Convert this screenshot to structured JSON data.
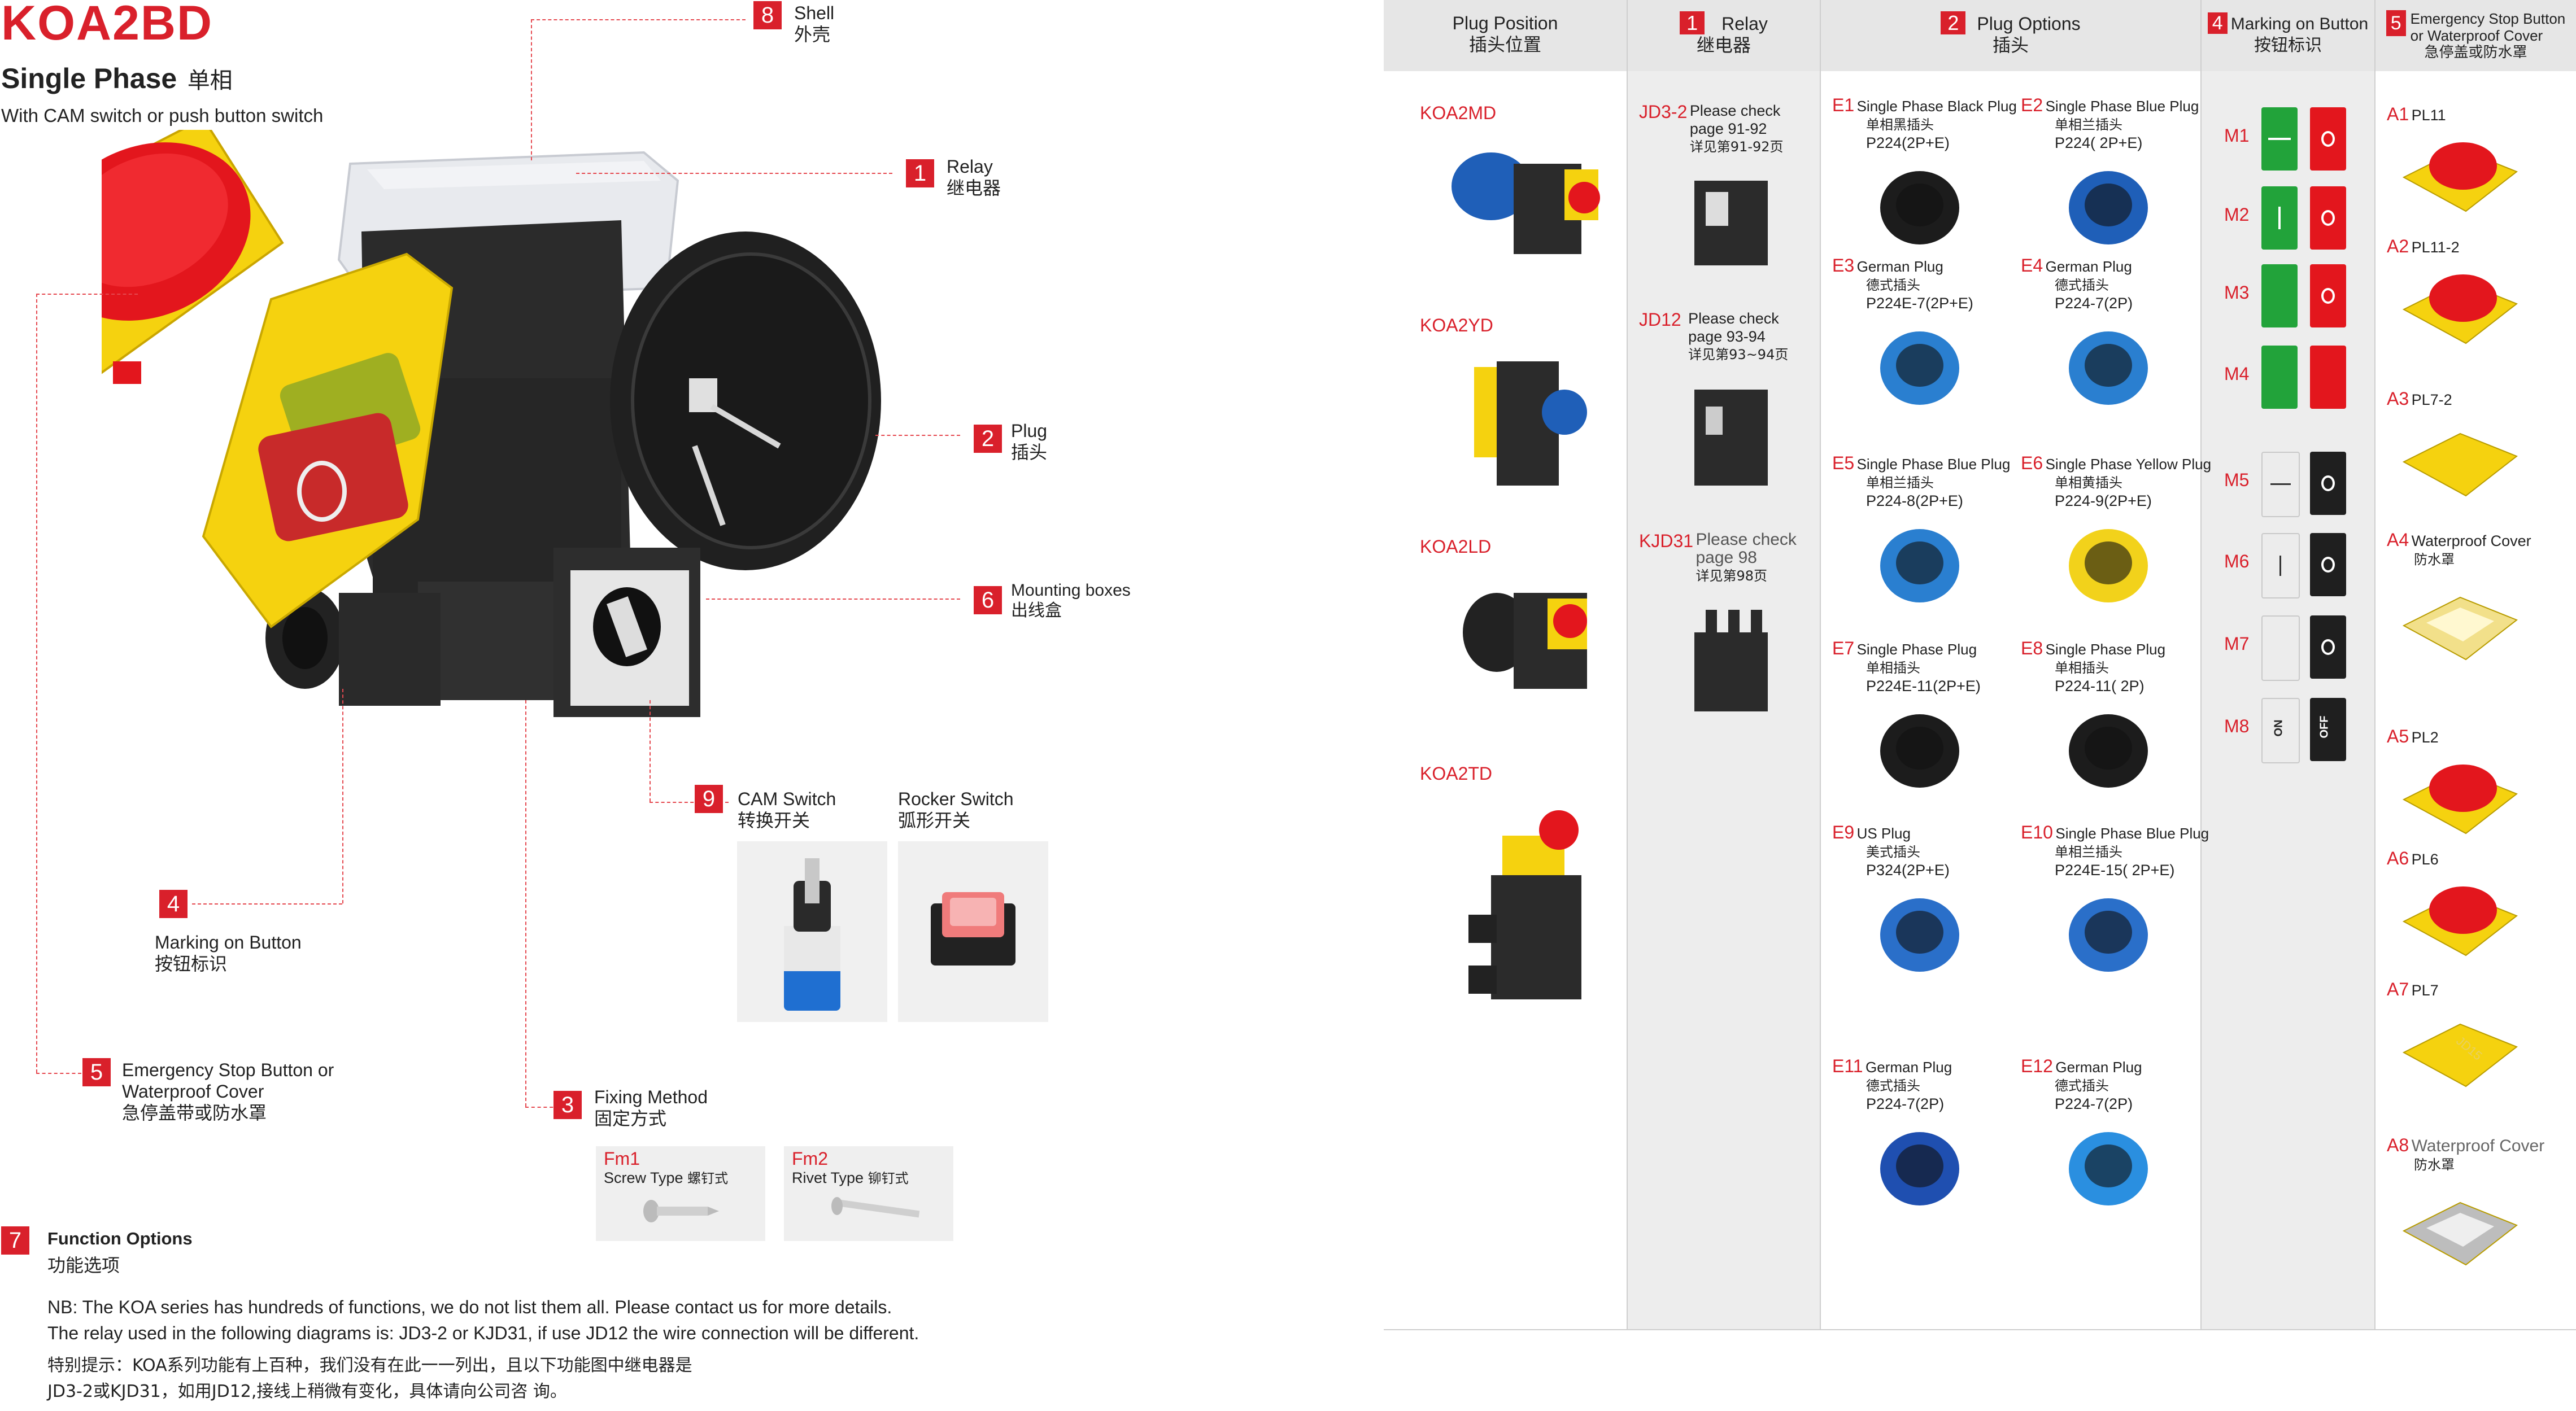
{
  "header": {
    "model": "KOA2BD",
    "phase_en": "Single Phase",
    "phase_cn": "单相",
    "subtitle": "With CAM switch or push button switch"
  },
  "callouts": {
    "shell": {
      "num": "8",
      "en": "Shell",
      "cn": "外壳"
    },
    "relay": {
      "num": "1",
      "en": "Relay",
      "cn": "继电器"
    },
    "plug": {
      "num": "2",
      "en": "Plug",
      "cn": "插头"
    },
    "mounting": {
      "num": "6",
      "en": "Mounting boxes",
      "cn": "出线盒"
    },
    "switch": {
      "num": "9",
      "en": "CAM Switch",
      "cn": "转换开关",
      "en2": "Rocker Switch",
      "cn2": "弧形开关"
    },
    "marking": {
      "num": "4",
      "en": "Marking on Button",
      "cn": "按钮标识"
    },
    "emergency": {
      "num": "5",
      "en1": "Emergency Stop Button or",
      "en2": "Waterproof Cover",
      "cn": "急停盖带或防水罩"
    },
    "fixing": {
      "num": "3",
      "en": "Fixing Method",
      "cn": "固定方式"
    }
  },
  "fixing": {
    "fm1": {
      "code": "Fm1",
      "en": "Screw Type",
      "cn": "螺钉式"
    },
    "fm2": {
      "code": "Fm2",
      "en": "Rivet Type",
      "cn": "铆钉式"
    }
  },
  "function_options": {
    "num": "7",
    "title_en": "Function Options",
    "title_cn": "功能选项",
    "nb1": "NB: The KOA series has hundreds of functions, we do not list them all. Please contact us for more details.",
    "nb2": "The relay used in the following diagrams is: JD3-2 or KJD31, if use JD12 the wire connection will be different.",
    "cn1": "特别提示：KOA系列功能有上百种，我们没有在此一一列出，且以下功能图中继电器是",
    "cn2": "JD3-2或KJD31，如用JD12,接线上稍微有变化，具体请向公司咨 询。"
  },
  "table": {
    "col_plug_pos": {
      "en": "Plug Position",
      "cn": "插头位置"
    },
    "col_relay": {
      "num": "1",
      "en": "Relay",
      "cn": "继电器"
    },
    "col_plug_opt": {
      "num": "2",
      "en": "Plug Options",
      "cn": "插头"
    },
    "col_marking": {
      "num": "4",
      "en": "Marking on Button",
      "cn": "按钮标识"
    },
    "col_emergency": {
      "num": "5",
      "en1": "Emergency Stop Button",
      "en2": "or Waterproof Cover",
      "cn": "急停盖或防水罩"
    },
    "positions": [
      "KOA2MD",
      "KOA2YD",
      "KOA2LD",
      "KOA2TD"
    ],
    "relays": [
      {
        "code": "JD3-2",
        "l1": "Please check",
        "l2": "page 91-92",
        "cn": "详见第91-92页"
      },
      {
        "code": "JD12",
        "l1": "Please check",
        "l2": "page 93-94",
        "cn": "详见第93~94页"
      },
      {
        "code": "KJD31",
        "l1": "Please check",
        "l2": "page 98",
        "cn": "详见第98页"
      }
    ],
    "plugs": [
      {
        "code": "E1",
        "en": "Single Phase Black Plug",
        "l2": "P224(2P+E)",
        "cn": "单相黑插头",
        "color": "#1c1c1c"
      },
      {
        "code": "E2",
        "en": "Single Phase Blue Plug",
        "cn": "单相兰插头",
        "l2": "P224( 2P+E)",
        "color": "#1f5fb8"
      },
      {
        "code": "E3",
        "en": "German Plug",
        "cn": "德式插头",
        "l2": "P224E-7(2P+E)",
        "color": "#2a7fd0"
      },
      {
        "code": "E4",
        "en": "German Plug",
        "cn": "德式插头",
        "l2": "P224-7(2P)",
        "color": "#2a7fd0"
      },
      {
        "code": "E5",
        "en": "Single Phase Blue Plug",
        "cn": "单相兰插头",
        "l2": "P224-8(2P+E)",
        "color": "#2a7fd0"
      },
      {
        "code": "E6",
        "en": "Single Phase Yellow Plug",
        "cn": "单相黄插头",
        "l2": "P224-9(2P+E)",
        "color": "#f2d21b"
      },
      {
        "code": "E7",
        "en": "Single Phase Plug",
        "cn": "单相插头",
        "l2": "P224E-11(2P+E)",
        "color": "#1c1c1c"
      },
      {
        "code": "E8",
        "en": "Single Phase Plug",
        "cn": "单相插头",
        "l2": "P224-11( 2P)",
        "color": "#1c1c1c"
      },
      {
        "code": "E9",
        "en": "US Plug",
        "cn": "美式插头",
        "l2": "P324(2P+E)",
        "color": "#2a6fc9"
      },
      {
        "code": "E10",
        "en": "Single Phase Blue Plug",
        "cn": "单相兰插头",
        "l2": "P224E-15( 2P+E)",
        "color": "#2a6fc9"
      },
      {
        "code": "E11",
        "en": "German Plug",
        "cn": "德式插头",
        "l2": "P224-7(2P)",
        "color": "#1f4fb0"
      },
      {
        "code": "E12",
        "en": "German Plug",
        "cn": "德式插头",
        "l2": "P224-7(2P)",
        "color": "#2a8fe0"
      }
    ],
    "markings": [
      "M1",
      "M2",
      "M3",
      "M4",
      "M5",
      "M6",
      "M7",
      "M8"
    ],
    "marking_texts": {
      "on": "ON",
      "off": "OFF"
    },
    "covers": [
      {
        "code": "A1",
        "name": "PL11",
        "cn": ""
      },
      {
        "code": "A2",
        "name": "PL11-2",
        "cn": ""
      },
      {
        "code": "A3",
        "name": "PL7-2",
        "cn": ""
      },
      {
        "code": "A4",
        "name": "Waterproof Cover",
        "cn": "防水罩"
      },
      {
        "code": "A5",
        "name": "PL2",
        "cn": ""
      },
      {
        "code": "A6",
        "name": "PL6",
        "cn": ""
      },
      {
        "code": "A7",
        "name": "PL7",
        "cn": ""
      },
      {
        "code": "A8",
        "name": "Waterproof Cover",
        "cn": "防水罩"
      }
    ],
    "cover_a7_text": "JD15"
  },
  "colors": {
    "accent": "#d9202b",
    "yellow": "#f5d20f",
    "green": "#22a33a",
    "red": "#e3161d"
  }
}
